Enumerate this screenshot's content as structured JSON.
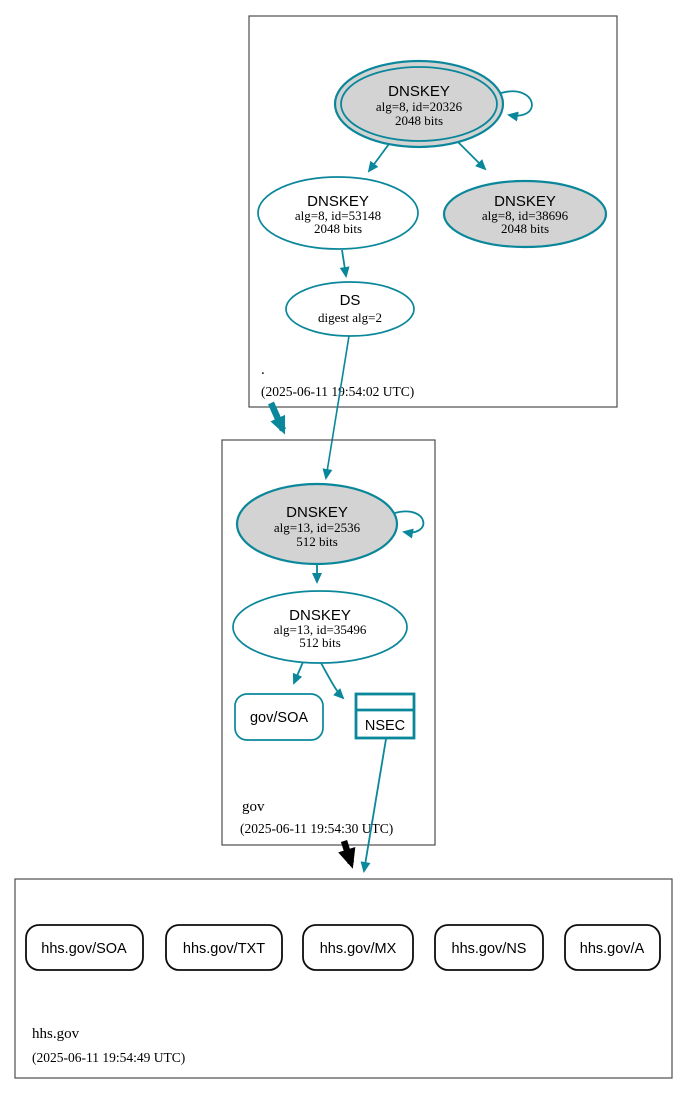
{
  "zones": {
    "root": {
      "label": ".",
      "timestamp": "(2025-06-11 19:54:02 UTC)"
    },
    "gov": {
      "label": "gov",
      "timestamp": "(2025-06-11 19:54:30 UTC)"
    },
    "hhs": {
      "label": "hhs.gov",
      "timestamp": "(2025-06-11 19:54:49 UTC)"
    }
  },
  "nodes": {
    "root_ksk": {
      "title": "DNSKEY",
      "detail1": "alg=8, id=20326",
      "detail2": "2048 bits"
    },
    "root_zsk": {
      "title": "DNSKEY",
      "detail1": "alg=8, id=53148",
      "detail2": "2048 bits"
    },
    "root_ksk2": {
      "title": "DNSKEY",
      "detail1": "alg=8, id=38696",
      "detail2": "2048 bits"
    },
    "root_ds": {
      "title": "DS",
      "detail1": "digest alg=2"
    },
    "gov_ksk": {
      "title": "DNSKEY",
      "detail1": "alg=13, id=2536",
      "detail2": "512 bits"
    },
    "gov_zsk": {
      "title": "DNSKEY",
      "detail1": "alg=13, id=35496",
      "detail2": "512 bits"
    },
    "gov_soa": {
      "label": "gov/SOA"
    },
    "gov_nsec": {
      "label": "NSEC"
    },
    "hhs_soa": {
      "label": "hhs.gov/SOA"
    },
    "hhs_txt": {
      "label": "hhs.gov/TXT"
    },
    "hhs_mx": {
      "label": "hhs.gov/MX"
    },
    "hhs_ns": {
      "label": "hhs.gov/NS"
    },
    "hhs_a": {
      "label": "hhs.gov/A"
    }
  },
  "colors": {
    "secure_teal": "#0a879a",
    "insecure_delegation_black": "#000000",
    "ksk_fill_gray": "#d3d3d3",
    "node_fill_white": "#ffffff",
    "zone_border_gray": "#4d4d4d"
  }
}
